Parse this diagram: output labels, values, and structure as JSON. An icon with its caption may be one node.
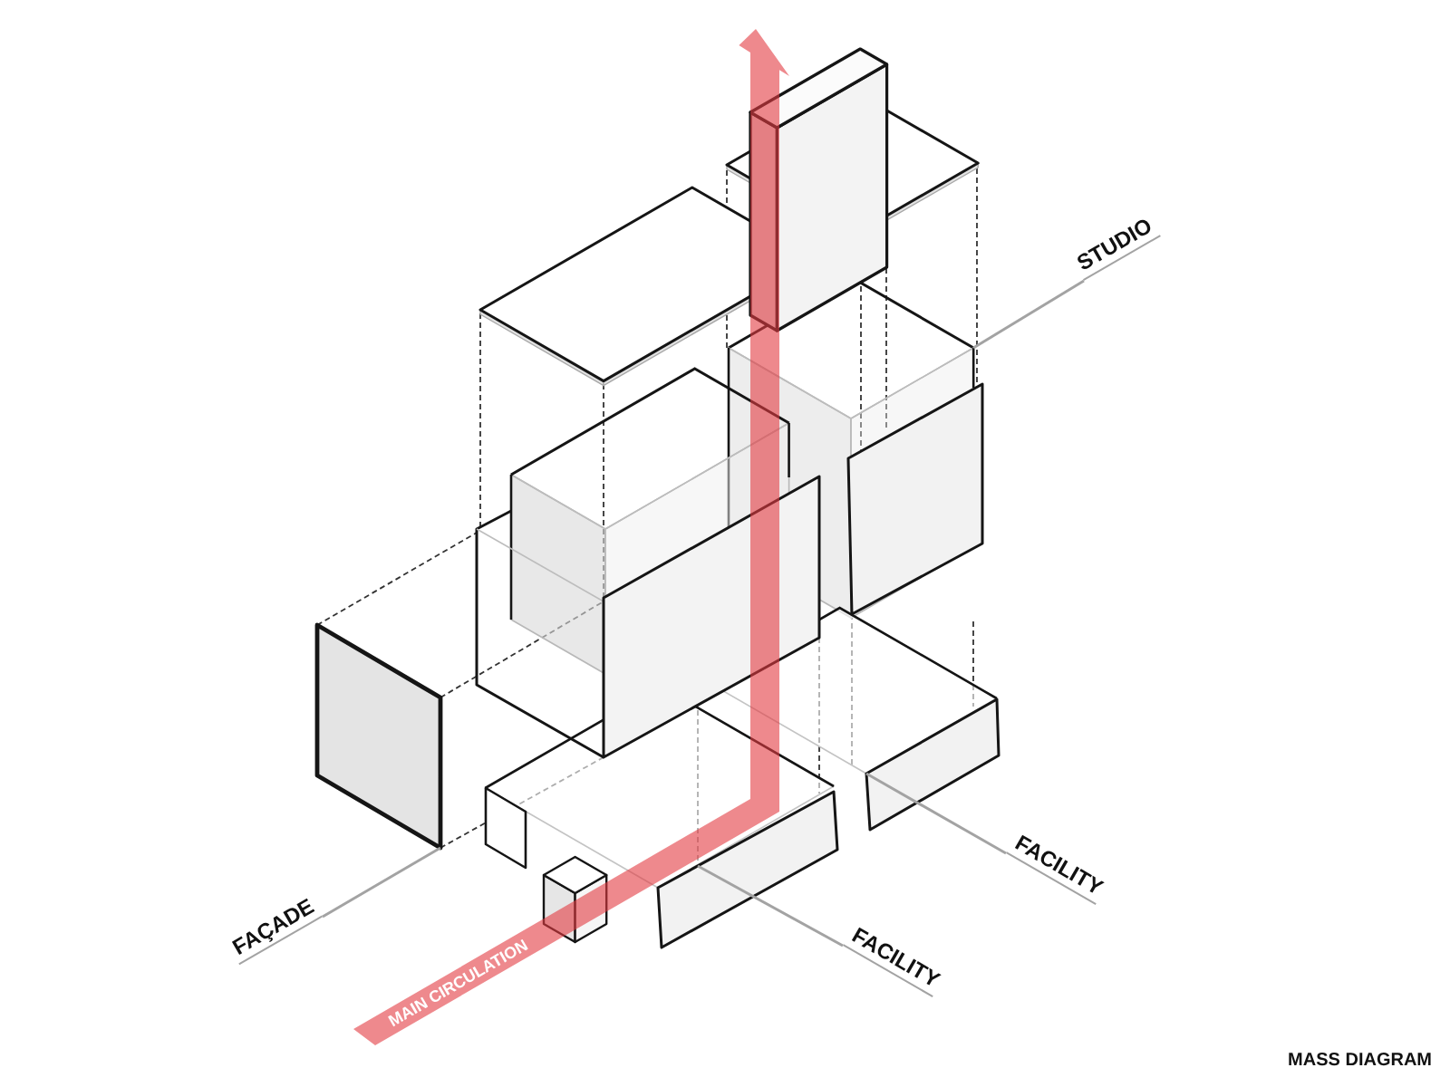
{
  "diagram": {
    "caption": "MASS DIAGRAM",
    "nodes": [
      {
        "text": [
          "STUDIO"
        ]
      },
      {
        "text": [],
        "shape": "box"
      },
      {
        "text": [
          "FAÇADE"
        ]
      },
      {
        "text": [],
        "shape": "box"
      },
      {
        "text": [
          "FACILITY"
        ]
      },
      {
        "text": [],
        "shape": "box"
      },
      {
        "text": [
          "FACILITY"
        ]
      },
      {
        "text": [],
        "shape": "box"
      }
    ],
    "edges": [
      {
        "from": 0,
        "to": 1,
        "arrow": "none"
      },
      {
        "from": 2,
        "to": 3,
        "arrow": "none"
      },
      {
        "from": 4,
        "to": 5,
        "arrow": "none"
      },
      {
        "from": 6,
        "to": 7,
        "arrow": "none"
      }
    ],
    "labels": [
      "MAIN CIRCULATION"
    ]
  }
}
